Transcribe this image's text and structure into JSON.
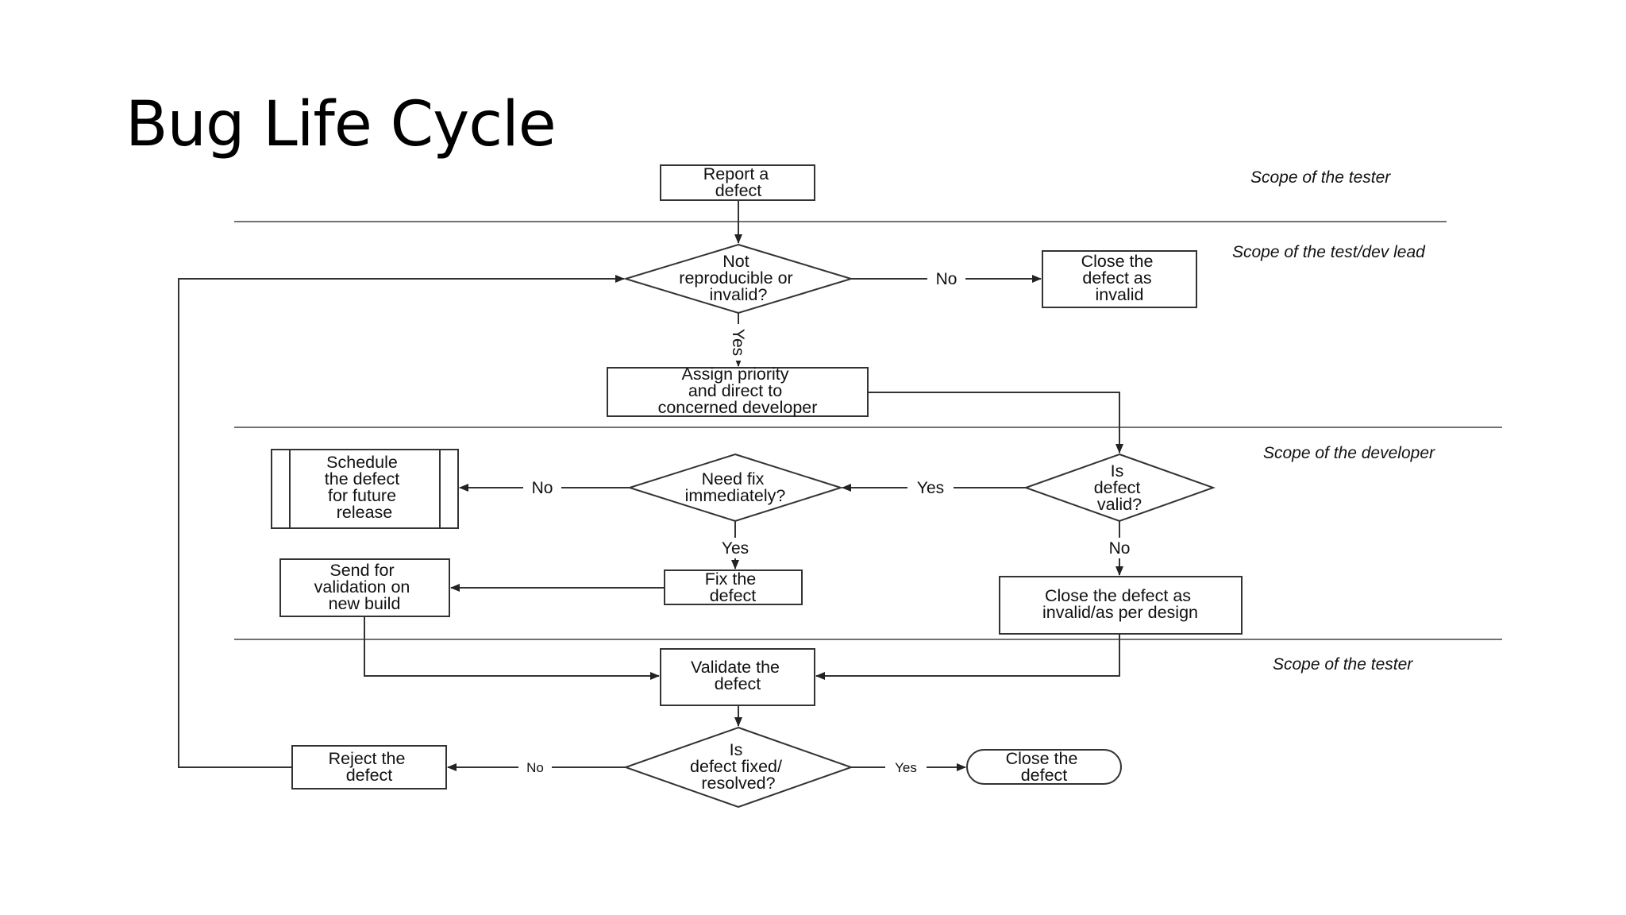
{
  "title": "Bug Life Cycle",
  "scopes": {
    "tester_top": "Scope of the tester",
    "lead": "Scope of the test/dev lead",
    "developer": "Scope of the developer",
    "tester_bottom": "Scope of the tester"
  },
  "nodes": {
    "report": [
      "Report a",
      "defect"
    ],
    "not_reproducible": [
      "Not",
      "reproducible or",
      "invalid?"
    ],
    "close_invalid": [
      "Close the",
      "defect as",
      "invalid"
    ],
    "assign": [
      "Assign priority",
      "and direct to",
      "concerned developer"
    ],
    "is_valid": [
      "Is",
      "defect",
      "valid?"
    ],
    "need_fix": [
      "Need  fix",
      "immediately?"
    ],
    "schedule": [
      "Schedule",
      "the defect",
      "for future",
      "release"
    ],
    "fix": [
      "Fix the",
      "defect"
    ],
    "send_validation": [
      "Send for",
      "validation on",
      "new build"
    ],
    "close_design": [
      "Close the defect as",
      "invalid/as per design"
    ],
    "validate": [
      "Validate the",
      "defect"
    ],
    "is_fixed": [
      "Is",
      "defect fixed/",
      "resolved?"
    ],
    "reject": [
      "Reject the",
      "defect"
    ],
    "close_final": [
      "Close the",
      "defect"
    ]
  },
  "edge_labels": {
    "invalid_no": "No",
    "invalid_yes": "Yes",
    "valid_yes": "Yes",
    "valid_no": "No",
    "fix_no": "No",
    "fix_yes": "Yes",
    "fixed_no": "No",
    "fixed_yes": "Yes"
  }
}
